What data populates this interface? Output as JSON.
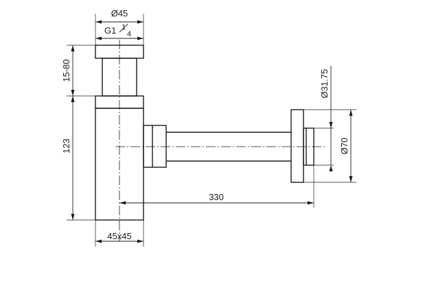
{
  "dimensions": {
    "top_diameter": "Ø45",
    "thread": "G1 1/4",
    "thread_prefix": "G1",
    "thread_num": "1",
    "thread_den": "4",
    "height_adjust": "15-80",
    "body_height": "123",
    "body_section": "45x45",
    "outlet_length": "330",
    "pipe_diameter": "Ø31.75",
    "flange_diameter": "Ø70"
  }
}
